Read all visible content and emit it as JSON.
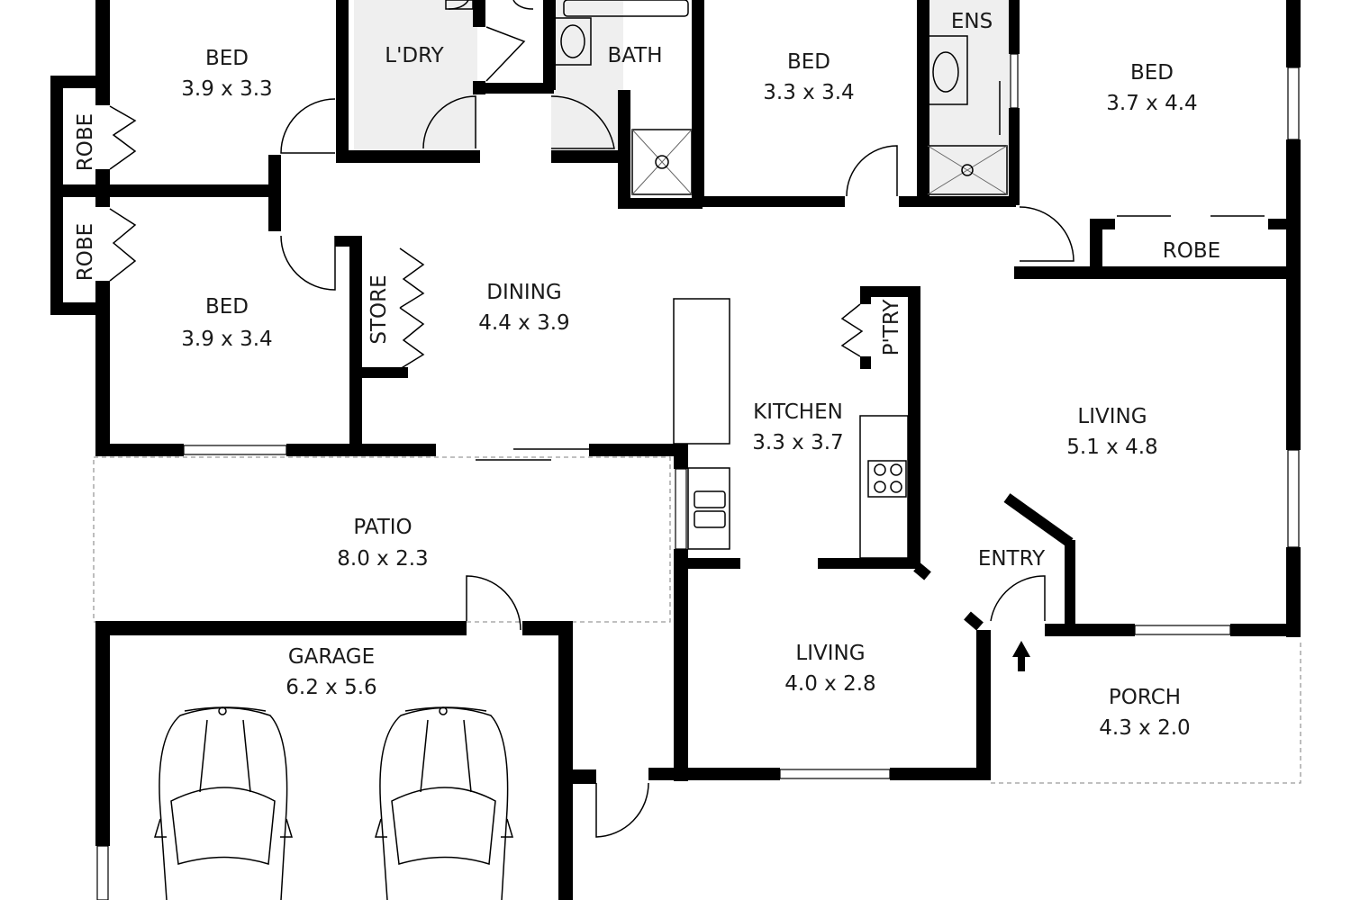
{
  "rooms": {
    "bed1": {
      "name": "BED",
      "size": "3.9 x 3.3"
    },
    "bed2": {
      "name": "BED",
      "size": "3.9 x 3.4"
    },
    "bed3": {
      "name": "BED",
      "size": "3.3 x 3.4"
    },
    "bed4": {
      "name": "BED",
      "size": "3.7 x 4.4"
    },
    "robe1": {
      "name": "ROBE"
    },
    "robe2": {
      "name": "ROBE"
    },
    "robe3": {
      "name": "ROBE"
    },
    "laundry": {
      "name": "L'DRY"
    },
    "bath": {
      "name": "BATH"
    },
    "ensuite": {
      "name": "ENS"
    },
    "store": {
      "name": "STORE"
    },
    "pantry": {
      "name": "P'TRY"
    },
    "dining": {
      "name": "DINING",
      "size": "4.4 x 3.9"
    },
    "kitchen": {
      "name": "KITCHEN",
      "size": "3.3 x 3.7"
    },
    "living_main": {
      "name": "LIVING",
      "size": "5.1 x 4.8"
    },
    "living_small": {
      "name": "LIVING",
      "size": "4.0 x 2.8"
    },
    "entry": {
      "name": "ENTRY"
    },
    "patio": {
      "name": "PATIO",
      "size": "8.0 x 2.3"
    },
    "garage": {
      "name": "GARAGE",
      "size": "6.2 x 5.6"
    },
    "porch": {
      "name": "PORCH",
      "size": "4.3 x 2.0"
    }
  }
}
